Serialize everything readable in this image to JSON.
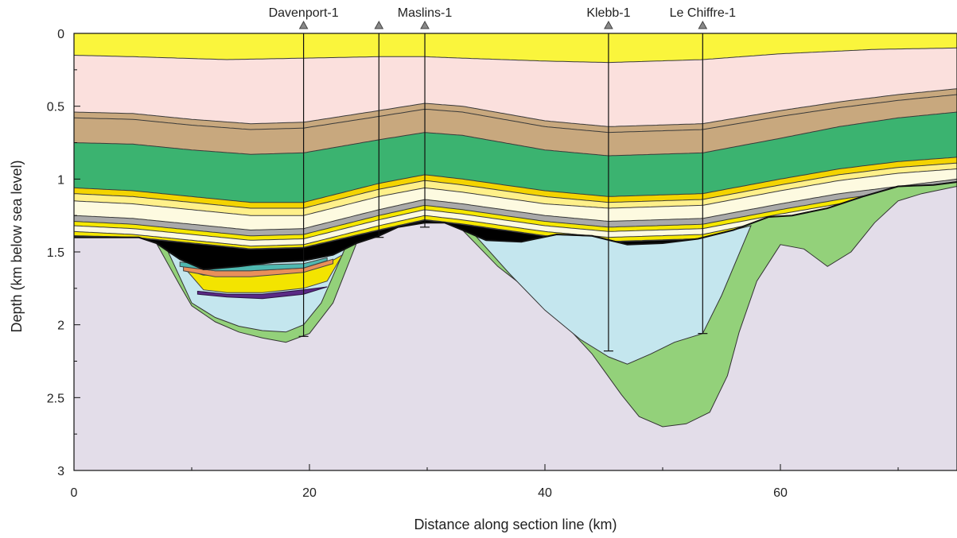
{
  "chart_data": {
    "type": "area",
    "xlabel": "Distance along section line  (km)",
    "ylabel": "Depth (km below sea level)",
    "xlim": [
      0,
      75
    ],
    "ylim": [
      0,
      3
    ],
    "y_inverted": true,
    "x_ticks": [
      {
        "value": 0,
        "label": "0"
      },
      {
        "value": 20,
        "label": "20"
      },
      {
        "value": 40,
        "label": "40"
      },
      {
        "value": 60,
        "label": "60"
      }
    ],
    "y_ticks": [
      {
        "value": 0,
        "label": "0"
      },
      {
        "value": 0.5,
        "label": "0.5"
      },
      {
        "value": 1,
        "label": "1"
      },
      {
        "value": 1.5,
        "label": "1.5"
      },
      {
        "value": 2,
        "label": "2"
      },
      {
        "value": 2.5,
        "label": "2.5"
      },
      {
        "value": 3,
        "label": "3"
      }
    ],
    "wells": [
      {
        "name": "Davenport-1",
        "x": 19.5,
        "td": 2.08
      },
      {
        "name": "",
        "x": 25.9,
        "td": 1.4
      },
      {
        "name": "Maslins-1",
        "x": 29.8,
        "td": 1.33
      },
      {
        "name": "Klebb-1",
        "x": 45.4,
        "td": 2.18
      },
      {
        "name": "Le Chiffre-1",
        "x": 53.4,
        "td": 2.06
      }
    ],
    "horizons": [
      {
        "x": [
          0,
          75
        ],
        "y": [
          0,
          0
        ]
      },
      {
        "x": [
          0,
          5,
          13,
          19.5,
          25.9,
          29.8,
          33,
          40,
          45.4,
          53.4,
          60,
          68,
          75
        ],
        "y": [
          0.15,
          0.16,
          0.18,
          0.17,
          0.16,
          0.16,
          0.17,
          0.19,
          0.2,
          0.18,
          0.14,
          0.11,
          0.1
        ]
      },
      {
        "x": [
          0,
          5,
          10,
          15,
          19.5,
          25.9,
          29.8,
          33,
          40,
          45.4,
          53.4,
          60,
          65,
          70,
          75
        ],
        "y": [
          0.54,
          0.55,
          0.59,
          0.62,
          0.61,
          0.53,
          0.48,
          0.5,
          0.6,
          0.64,
          0.62,
          0.53,
          0.47,
          0.42,
          0.38
        ]
      },
      {
        "x": [
          0,
          5,
          10,
          15,
          19.5,
          25.9,
          29.8,
          33,
          40,
          45.4,
          53.4,
          60,
          65,
          70,
          75
        ],
        "y": [
          0.58,
          0.59,
          0.63,
          0.66,
          0.65,
          0.57,
          0.52,
          0.54,
          0.64,
          0.68,
          0.66,
          0.57,
          0.51,
          0.46,
          0.42
        ]
      },
      {
        "x": [
          0,
          5,
          10,
          15,
          19.5,
          25.9,
          29.8,
          33,
          40,
          45.4,
          53.4,
          60,
          65,
          70,
          75
        ],
        "y": [
          0.75,
          0.76,
          0.8,
          0.83,
          0.82,
          0.73,
          0.68,
          0.7,
          0.8,
          0.84,
          0.82,
          0.72,
          0.64,
          0.58,
          0.54
        ]
      },
      {
        "x": [
          0,
          5,
          10,
          15,
          19.5,
          25.9,
          29.8,
          33,
          40,
          45.4,
          53.4,
          60,
          65,
          70,
          75
        ],
        "y": [
          1.06,
          1.08,
          1.12,
          1.16,
          1.16,
          1.03,
          0.97,
          1.0,
          1.08,
          1.12,
          1.1,
          1.0,
          0.93,
          0.88,
          0.85
        ]
      },
      {
        "x": [
          0,
          5,
          10,
          15,
          19.5,
          25.9,
          29.8,
          33,
          40,
          45.4,
          53.4,
          60,
          65,
          70,
          75
        ],
        "y": [
          1.1,
          1.12,
          1.16,
          1.2,
          1.2,
          1.07,
          1.01,
          1.04,
          1.12,
          1.16,
          1.14,
          1.04,
          0.97,
          0.92,
          0.89
        ]
      },
      {
        "x": [
          0,
          5,
          10,
          15,
          19.5,
          25.9,
          29.8,
          33,
          40,
          45.4,
          53.4,
          60,
          65,
          70,
          75
        ],
        "y": [
          1.15,
          1.17,
          1.21,
          1.25,
          1.25,
          1.12,
          1.06,
          1.09,
          1.17,
          1.2,
          1.18,
          1.08,
          1.01,
          0.96,
          0.93
        ]
      },
      {
        "x": [
          0,
          5,
          10,
          15,
          19.5,
          25.9,
          29.8,
          33,
          40,
          45.4,
          53.4,
          60,
          65,
          70,
          75
        ],
        "y": [
          1.25,
          1.27,
          1.31,
          1.35,
          1.34,
          1.21,
          1.14,
          1.17,
          1.25,
          1.29,
          1.27,
          1.17,
          1.1,
          1.05,
          1.0
        ]
      },
      {
        "x": [
          0,
          5,
          10,
          15,
          19.5,
          25.9,
          29.8,
          33,
          40,
          45.4,
          53.4,
          60,
          65,
          70,
          75
        ],
        "y": [
          1.29,
          1.31,
          1.35,
          1.39,
          1.38,
          1.25,
          1.18,
          1.21,
          1.29,
          1.33,
          1.31,
          1.21,
          1.14,
          1.08,
          1.03
        ]
      },
      {
        "x": [
          0,
          5,
          10,
          15,
          19.5,
          25.9,
          29.8,
          33,
          40,
          45.4,
          53.4,
          60,
          65,
          70,
          75
        ],
        "y": [
          1.32,
          1.34,
          1.38,
          1.42,
          1.41,
          1.28,
          1.21,
          1.24,
          1.32,
          1.36,
          1.34,
          1.24,
          1.17,
          1.1,
          1.05
        ]
      },
      {
        "x": [
          0,
          5,
          10,
          15,
          19.5,
          25.9,
          29.8,
          33,
          40,
          45.4,
          53.4,
          60,
          65,
          70,
          75
        ],
        "y": [
          1.36,
          1.38,
          1.42,
          1.46,
          1.45,
          1.32,
          1.25,
          1.28,
          1.36,
          1.4,
          1.38,
          1.27,
          1.2,
          1.12,
          1.07
        ]
      },
      {
        "x": [
          0,
          5,
          10,
          15,
          19.5,
          25.9,
          29.8,
          33,
          40,
          45.4,
          53.4,
          60,
          65,
          70,
          75
        ],
        "y": [
          1.39,
          1.4,
          1.44,
          1.48,
          1.47,
          1.35,
          1.28,
          1.31,
          1.39,
          1.43,
          1.41,
          1.29,
          1.22,
          1.13,
          1.08
        ]
      }
    ],
    "basement": {
      "x": [
        0,
        5.5,
        7,
        9,
        11,
        14,
        17,
        19.5,
        22,
        24,
        25.9,
        27.5,
        29.8,
        31.5,
        33,
        35,
        38,
        41,
        44,
        47,
        50,
        53,
        56,
        59,
        61,
        64,
        67,
        70,
        73,
        75
      ],
      "y": [
        1.4,
        1.4,
        1.44,
        1.55,
        1.62,
        1.6,
        1.57,
        1.56,
        1.52,
        1.44,
        1.39,
        1.33,
        1.3,
        1.3,
        1.35,
        1.42,
        1.43,
        1.38,
        1.39,
        1.45,
        1.44,
        1.41,
        1.35,
        1.26,
        1.25,
        1.2,
        1.12,
        1.05,
        1.04,
        1.02
      ]
    },
    "deep_units": [
      {
        "name": "",
        "color": "#93d17a",
        "stroke": "#333333",
        "top": {
          "x": [
            7,
            9,
            11,
            14,
            17,
            19.5,
            22,
            24
          ],
          "y": [
            1.44,
            1.55,
            1.62,
            1.6,
            1.57,
            1.56,
            1.52,
            1.44
          ]
        },
        "bottom": {
          "x": [
            7,
            9,
            10,
            12,
            14,
            16,
            18,
            20,
            22,
            24
          ],
          "y": [
            1.44,
            1.73,
            1.87,
            1.98,
            2.05,
            2.09,
            2.12,
            2.06,
            1.85,
            1.44
          ]
        }
      },
      {
        "name": "",
        "color": "#c4e6ee",
        "stroke": "#333333",
        "top": {
          "x": [
            8,
            9,
            11,
            14,
            17,
            19.5,
            22,
            23
          ],
          "y": [
            1.5,
            1.55,
            1.62,
            1.6,
            1.57,
            1.56,
            1.52,
            1.48
          ]
        },
        "bottom": {
          "x": [
            8,
            10,
            12,
            14,
            16,
            18,
            19.5,
            21,
            23
          ],
          "y": [
            1.5,
            1.85,
            1.95,
            2.01,
            2.04,
            2.05,
            2.0,
            1.85,
            1.48
          ]
        }
      },
      {
        "name": "",
        "color": "#5a2a86",
        "stroke": "#2a1040",
        "top": {
          "x": [
            10.5,
            13,
            16,
            19.5,
            21.5
          ],
          "y": [
            1.77,
            1.79,
            1.79,
            1.76,
            1.74
          ]
        },
        "bottom": {
          "x": [
            10.5,
            13,
            16,
            19.5,
            21.5
          ],
          "y": [
            1.79,
            1.81,
            1.82,
            1.79,
            1.74
          ]
        }
      },
      {
        "name": "",
        "color": "#f3e400",
        "stroke": "#444444",
        "top": {
          "x": [
            9.5,
            11,
            14,
            17,
            19.5,
            21.5,
            22.8
          ],
          "y": [
            1.62,
            1.66,
            1.66,
            1.64,
            1.62,
            1.58,
            1.52
          ]
        },
        "bottom": {
          "x": [
            9.5,
            11,
            13,
            16,
            19.5,
            21.5,
            22.8
          ],
          "y": [
            1.62,
            1.76,
            1.78,
            1.78,
            1.75,
            1.7,
            1.52
          ]
        }
      },
      {
        "name": "",
        "color": "#e98f5a",
        "stroke": "#444444",
        "top": {
          "x": [
            9.3,
            12,
            15,
            19.5,
            22
          ],
          "y": [
            1.6,
            1.63,
            1.63,
            1.61,
            1.55
          ]
        },
        "bottom": {
          "x": [
            9.3,
            12,
            15,
            19.5,
            22
          ],
          "y": [
            1.63,
            1.67,
            1.67,
            1.64,
            1.58
          ]
        }
      },
      {
        "name": "",
        "color": "#4fb8b0",
        "stroke": "#444444",
        "top": {
          "x": [
            9,
            12,
            15,
            19.5,
            21.5
          ],
          "y": [
            1.57,
            1.59,
            1.59,
            1.58,
            1.54
          ]
        },
        "bottom": {
          "x": [
            9,
            12,
            15,
            19.5,
            21.5
          ],
          "y": [
            1.6,
            1.63,
            1.63,
            1.61,
            1.56
          ]
        }
      },
      {
        "name": "",
        "color": "#93d17a",
        "stroke": "#333333",
        "top": {
          "x": [
            33,
            35,
            38,
            41,
            44,
            47,
            50,
            53,
            56,
            59,
            61,
            64,
            67,
            70,
            73,
            75
          ],
          "y": [
            1.35,
            1.42,
            1.43,
            1.38,
            1.39,
            1.45,
            1.44,
            1.41,
            1.35,
            1.26,
            1.25,
            1.2,
            1.12,
            1.05,
            1.04,
            1.02
          ]
        },
        "bottom": {
          "x": [
            33,
            36,
            40,
            44,
            46.5,
            48,
            50,
            52,
            54,
            55.5,
            56.5,
            58,
            60,
            62,
            64,
            66,
            68,
            70,
            72,
            75
          ],
          "y": [
            1.35,
            1.6,
            1.85,
            2.2,
            2.48,
            2.63,
            2.7,
            2.68,
            2.6,
            2.35,
            2.05,
            1.7,
            1.45,
            1.48,
            1.6,
            1.5,
            1.3,
            1.15,
            1.1,
            1.05
          ]
        }
      },
      {
        "name": "",
        "color": "#c4e6ee",
        "stroke": "#333333",
        "top": {
          "x": [
            34,
            35,
            38,
            41,
            44,
            47,
            50,
            53,
            56,
            57.5
          ],
          "y": [
            1.38,
            1.42,
            1.43,
            1.38,
            1.39,
            1.45,
            1.44,
            1.41,
            1.35,
            1.32
          ]
        },
        "bottom": {
          "x": [
            34,
            37,
            40,
            43,
            45.4,
            47,
            49,
            51,
            53.4,
            55,
            57.5
          ],
          "y": [
            1.38,
            1.65,
            1.9,
            2.1,
            2.22,
            2.27,
            2.2,
            2.12,
            2.06,
            1.8,
            1.32
          ]
        }
      }
    ],
    "band_colors": [
      "#faf53c",
      "#fbe0dd",
      "#c8a87e",
      "#c8a87e",
      "#3bb370",
      "#f4d400",
      "#fff08a",
      "#fdfae0",
      "#aaaaaa",
      "#f6e800",
      "#fdfae0",
      "#f6e800"
    ],
    "basement_color": "#e3dde9"
  }
}
